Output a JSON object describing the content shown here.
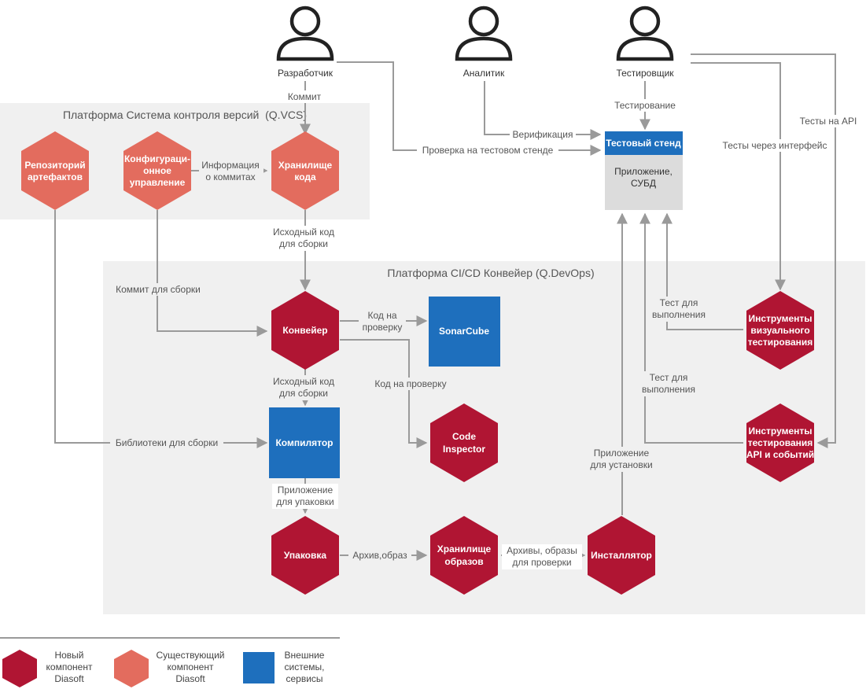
{
  "colors": {
    "new_component": "#b01533",
    "existing_component": "#e36c5e",
    "external_system": "#1e6fbd",
    "zone_background": "#f0f0f0",
    "edge": "#9a9a9a",
    "actor": "#222222"
  },
  "zones": {
    "vcs": "Платформа Система контроля версий  (Q.VCS)",
    "cicd": "Платформа CI/CD Конвейер (Q.DevOps)"
  },
  "actors": {
    "developer": "Разработчик",
    "analyst": "Аналитик",
    "tester": "Тестировщик"
  },
  "nodes": {
    "artifacts_repo": [
      "Репозиторий",
      "артефактов"
    ],
    "config_mgmt": [
      "Конфигураци-",
      "онное",
      "управление"
    ],
    "code_storage": [
      "Хранилище",
      "кода"
    ],
    "pipeline": [
      "Конвейер"
    ],
    "sonarcube": [
      "SonarCube"
    ],
    "compiler": [
      "Компилятор"
    ],
    "code_inspector": [
      "Code",
      "Inspector"
    ],
    "packaging": [
      "Упаковка"
    ],
    "image_storage": [
      "Хранилище",
      "образов"
    ],
    "installer": [
      "Инсталлятор"
    ],
    "visual_testing": [
      "Инструменты",
      "визуального",
      "тестирования"
    ],
    "api_testing": [
      "Инструменты",
      "тестирования",
      "API и событий"
    ],
    "test_stand_header": "Тестовый стенд",
    "test_stand_body": [
      "Приложение,",
      "СУБД"
    ]
  },
  "edges": {
    "commit": [
      "Коммит"
    ],
    "commit_info": [
      "Информация",
      "о коммитах"
    ],
    "source_for_build_1": [
      "Исходный код",
      "для сборки"
    ],
    "commit_for_build": [
      "Коммит для сборки"
    ],
    "code_review_sonar": [
      "Код на",
      "проверку"
    ],
    "code_review_inspector": [
      "Код на проверку"
    ],
    "source_for_build_2": [
      "Исходный код",
      "для сборки"
    ],
    "libraries": [
      "Библиотеки для сборки"
    ],
    "app_for_packaging": [
      "Приложение",
      "для упаковки"
    ],
    "archive_image": [
      "Архив,образ"
    ],
    "archives_for_check": [
      "Архивы, образы",
      "для проверки"
    ],
    "app_for_install": [
      "Приложение",
      "для установки"
    ],
    "verification": [
      "Верификация"
    ],
    "stand_check": [
      "Проверка на тестовом стенде"
    ],
    "testing": [
      "Тестирование"
    ],
    "api_tests": [
      "Тесты на API"
    ],
    "ui_tests": [
      "Тесты через интерфейс"
    ],
    "test_exec_1": [
      "Тест для",
      "выполнения"
    ],
    "test_exec_2": [
      "Тест для",
      "выполнения"
    ]
  },
  "legend": {
    "new": [
      "Новый",
      "компонент",
      "Diasoft"
    ],
    "existing": [
      "Существующий",
      "компонент",
      "Diasoft"
    ],
    "external": [
      "Внешние",
      "системы,",
      "сервисы"
    ]
  }
}
